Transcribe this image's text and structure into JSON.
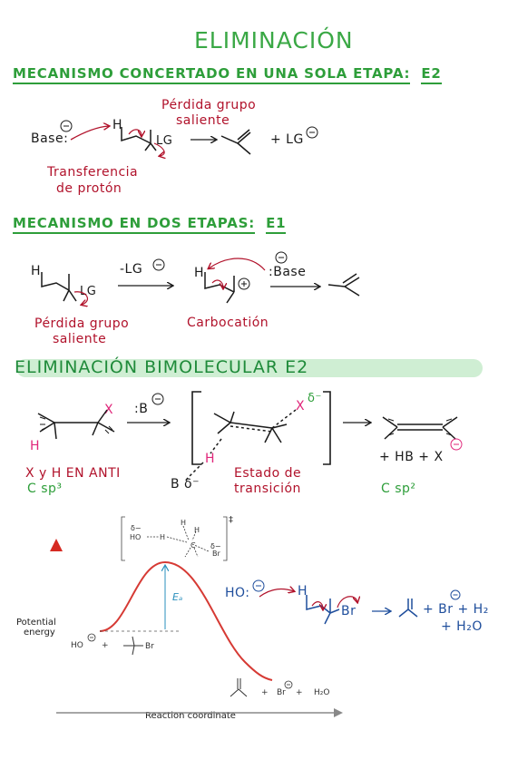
{
  "title": "ELIMINACIÓN",
  "e2_section": {
    "heading": "MECANISMO CONCERTADO EN UNA SOLA ETAPA:",
    "tag": "E2",
    "base": "Base:",
    "h": "H",
    "lg": "LG",
    "lg_product": "+ LG",
    "leaving_label_line1": "Pérdida grupo",
    "leaving_label_line2": "saliente",
    "transfer_line1": "Transferencia",
    "transfer_line2": "de protón"
  },
  "e1_section": {
    "heading": "MECANISMO EN DOS ETAPAS:",
    "tag": "E1",
    "h": "H",
    "lg": "LG",
    "arrow_label": "-LG",
    "base": ":Base",
    "leaving_label_line1": "Pérdida grupo",
    "leaving_label_line2": "saliente",
    "carbocation": "Carbocatión"
  },
  "bimolecular": {
    "heading": "ELIMINACIÓN BIMOLECULAR E2",
    "x": "X",
    "h": "H",
    "reagent": ":B",
    "delta_x": "δ⁻",
    "b_delta": "B δ⁻",
    "products": "+ HB + X",
    "anti_line1": "X y H EN ANTI",
    "anti_line2": "C sp³",
    "ts_line1": "Estado de",
    "ts_line2": "transición",
    "sp2": "C sp²"
  },
  "energy_diagram": {
    "y_label_line1": "Potential",
    "y_label_line2": "energy",
    "x_label": "Reaction coordinate",
    "ea": "Eₐ",
    "ts_delta_top": "δ−",
    "ts_ho": "HO",
    "ts_h": "H",
    "ts_c": "C",
    "ts_br": "Br",
    "ts_delta_bottom": "δ−",
    "ts_dagger": "‡",
    "reactant_ho": "HO",
    "reactant_plus": "+",
    "reactant_br": "Br",
    "product_plus1": "+",
    "product_br": "Br",
    "product_plus2": "+",
    "product_h2o": "H₂O"
  },
  "hydroxide_mech": {
    "ho": "HO:",
    "h": "H",
    "br": "Br",
    "products_line1": "+ Br + H₂",
    "products_line2": "+ H₂O"
  },
  "colors": {
    "green": "#2e9e3a",
    "red": "#b1122b",
    "pink": "#e0267a",
    "blue": "#1f4e9c",
    "banner": "#cfeed3",
    "curve": "#d63a34"
  }
}
